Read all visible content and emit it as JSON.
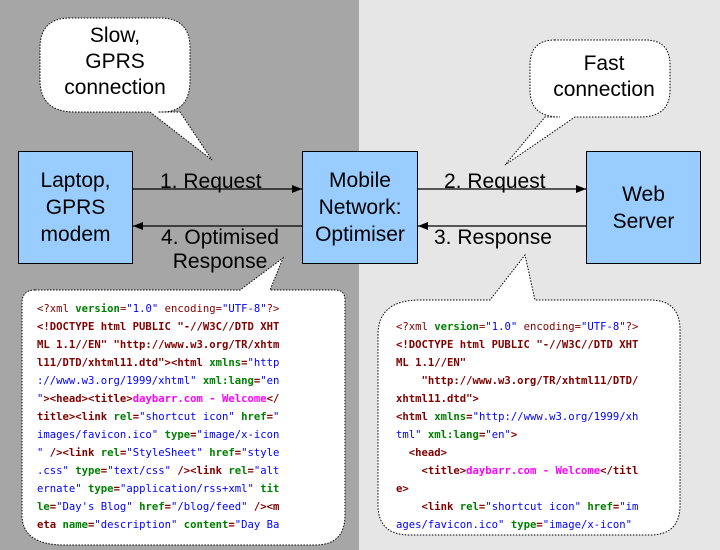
{
  "nodes": {
    "laptop": "Laptop,\nGPRS\nmodem",
    "optimiser": "Mobile\nNetwork:\nOptimiser",
    "server": "Web\nServer"
  },
  "bubbles": {
    "slow": "Slow,\nGPRS\nconnection",
    "fast": "Fast\nconnection"
  },
  "edges": {
    "request1": "1. Request",
    "request2": "2. Request",
    "response3": "3. Response",
    "response4": "4. Optimised\nResponse"
  },
  "code_left": [
    [
      [
        "pi",
        "<?xml "
      ],
      [
        "attr",
        "version"
      ],
      [
        "pi",
        "="
      ],
      [
        "val",
        "\"1.0\""
      ],
      [
        "pi",
        " encoding="
      ],
      [
        "val",
        "\"UTF-8\""
      ],
      [
        "pi",
        "?>"
      ]
    ],
    [
      [
        "tag",
        "<!DOCTYPE html PUBLIC \"-//W3C//DTD XHT"
      ]
    ],
    [
      [
        "tag",
        "ML 1.1//EN\" \"http://www.w3.org/TR/xhtm"
      ]
    ],
    [
      [
        "tag",
        "l11/DTD/xhtml11.dtd\">"
      ],
      [
        "tag",
        "<html "
      ],
      [
        "attr",
        "xmlns"
      ],
      [
        "tag",
        "="
      ],
      [
        "val",
        "\"http"
      ]
    ],
    [
      [
        "val",
        "://www.w3.org/1999/xhtml\""
      ],
      [
        "tag",
        " "
      ],
      [
        "attr",
        "xml:lang"
      ],
      [
        "tag",
        "="
      ],
      [
        "val",
        "\"en"
      ]
    ],
    [
      [
        "val",
        "\""
      ],
      [
        "tag",
        "><head><title>"
      ],
      [
        "txt",
        "daybarr.com - Welcome"
      ],
      [
        "tag",
        "</"
      ]
    ],
    [
      [
        "tag",
        "title><link "
      ],
      [
        "attr",
        "rel"
      ],
      [
        "tag",
        "="
      ],
      [
        "val",
        "\"shortcut icon\""
      ],
      [
        "tag",
        " "
      ],
      [
        "attr",
        "href"
      ],
      [
        "tag",
        "="
      ],
      [
        "val",
        "\""
      ]
    ],
    [
      [
        "val",
        "images/favicon.ico\""
      ],
      [
        "tag",
        " "
      ],
      [
        "attr",
        "type"
      ],
      [
        "tag",
        "="
      ],
      [
        "val",
        "\"image/x-icon"
      ]
    ],
    [
      [
        "val",
        "\""
      ],
      [
        "tag",
        " /><link "
      ],
      [
        "attr",
        "rel"
      ],
      [
        "tag",
        "="
      ],
      [
        "val",
        "\"StyleSheet\""
      ],
      [
        "tag",
        " "
      ],
      [
        "attr",
        "href"
      ],
      [
        "tag",
        "="
      ],
      [
        "val",
        "\"style"
      ]
    ],
    [
      [
        "val",
        ".css\""
      ],
      [
        "tag",
        " "
      ],
      [
        "attr",
        "type"
      ],
      [
        "tag",
        "="
      ],
      [
        "val",
        "\"text/css\""
      ],
      [
        "tag",
        " /><link "
      ],
      [
        "attr",
        "rel"
      ],
      [
        "tag",
        "="
      ],
      [
        "val",
        "\"alt"
      ]
    ],
    [
      [
        "val",
        "ernate\""
      ],
      [
        "tag",
        " "
      ],
      [
        "attr",
        "type"
      ],
      [
        "tag",
        "="
      ],
      [
        "val",
        "\"application/rss+xml\""
      ],
      [
        "tag",
        " "
      ],
      [
        "attr",
        "tit"
      ]
    ],
    [
      [
        "attr",
        "le"
      ],
      [
        "tag",
        "="
      ],
      [
        "val",
        "\"Day's Blog\""
      ],
      [
        "tag",
        " "
      ],
      [
        "attr",
        "href"
      ],
      [
        "tag",
        "="
      ],
      [
        "val",
        "\"/blog/feed\""
      ],
      [
        "tag",
        " /><m"
      ]
    ],
    [
      [
        "tag",
        "eta "
      ],
      [
        "attr",
        "name"
      ],
      [
        "tag",
        "="
      ],
      [
        "val",
        "\"description\""
      ],
      [
        "tag",
        " "
      ],
      [
        "attr",
        "content"
      ],
      [
        "tag",
        "="
      ],
      [
        "val",
        "\"Day Ba"
      ]
    ]
  ],
  "code_right": [
    [
      [
        "pi",
        "<?xml "
      ],
      [
        "attr",
        "version"
      ],
      [
        "pi",
        "="
      ],
      [
        "val",
        "\"1.0\""
      ],
      [
        "pi",
        " encoding="
      ],
      [
        "val",
        "\"UTF-8\""
      ],
      [
        "pi",
        "?>"
      ]
    ],
    [
      [
        "tag",
        "<!DOCTYPE html PUBLIC \"-//W3C//DTD XHT"
      ]
    ],
    [
      [
        "tag",
        "ML 1.1//EN\""
      ]
    ],
    [
      [
        "tag",
        "    \"http://www.w3.org/TR/xhtml11/DTD/"
      ]
    ],
    [
      [
        "tag",
        "xhtml11.dtd\">"
      ]
    ],
    [
      [
        "tag",
        "<html "
      ],
      [
        "attr",
        "xmlns"
      ],
      [
        "tag",
        "="
      ],
      [
        "val",
        "\"http://www.w3.org/1999/xh"
      ]
    ],
    [
      [
        "val",
        "tml\""
      ],
      [
        "tag",
        " "
      ],
      [
        "attr",
        "xml:lang"
      ],
      [
        "tag",
        "="
      ],
      [
        "val",
        "\"en\""
      ],
      [
        "tag",
        ">"
      ]
    ],
    [
      [
        "tag",
        "  <head>"
      ]
    ],
    [
      [
        "tag",
        "    <title>"
      ],
      [
        "txt",
        "daybarr.com - Welcome"
      ],
      [
        "tag",
        "</titl"
      ]
    ],
    [
      [
        "tag",
        "e>"
      ]
    ],
    [
      [
        "tag",
        "    <link "
      ],
      [
        "attr",
        "rel"
      ],
      [
        "tag",
        "="
      ],
      [
        "val",
        "\"shortcut icon\""
      ],
      [
        "tag",
        " "
      ],
      [
        "attr",
        "href"
      ],
      [
        "tag",
        "="
      ],
      [
        "val",
        "\"im"
      ]
    ],
    [
      [
        "val",
        "ages/favicon.ico\""
      ],
      [
        "tag",
        " "
      ],
      [
        "attr",
        "type"
      ],
      [
        "tag",
        "="
      ],
      [
        "val",
        "\"image/x-icon\""
      ]
    ]
  ]
}
